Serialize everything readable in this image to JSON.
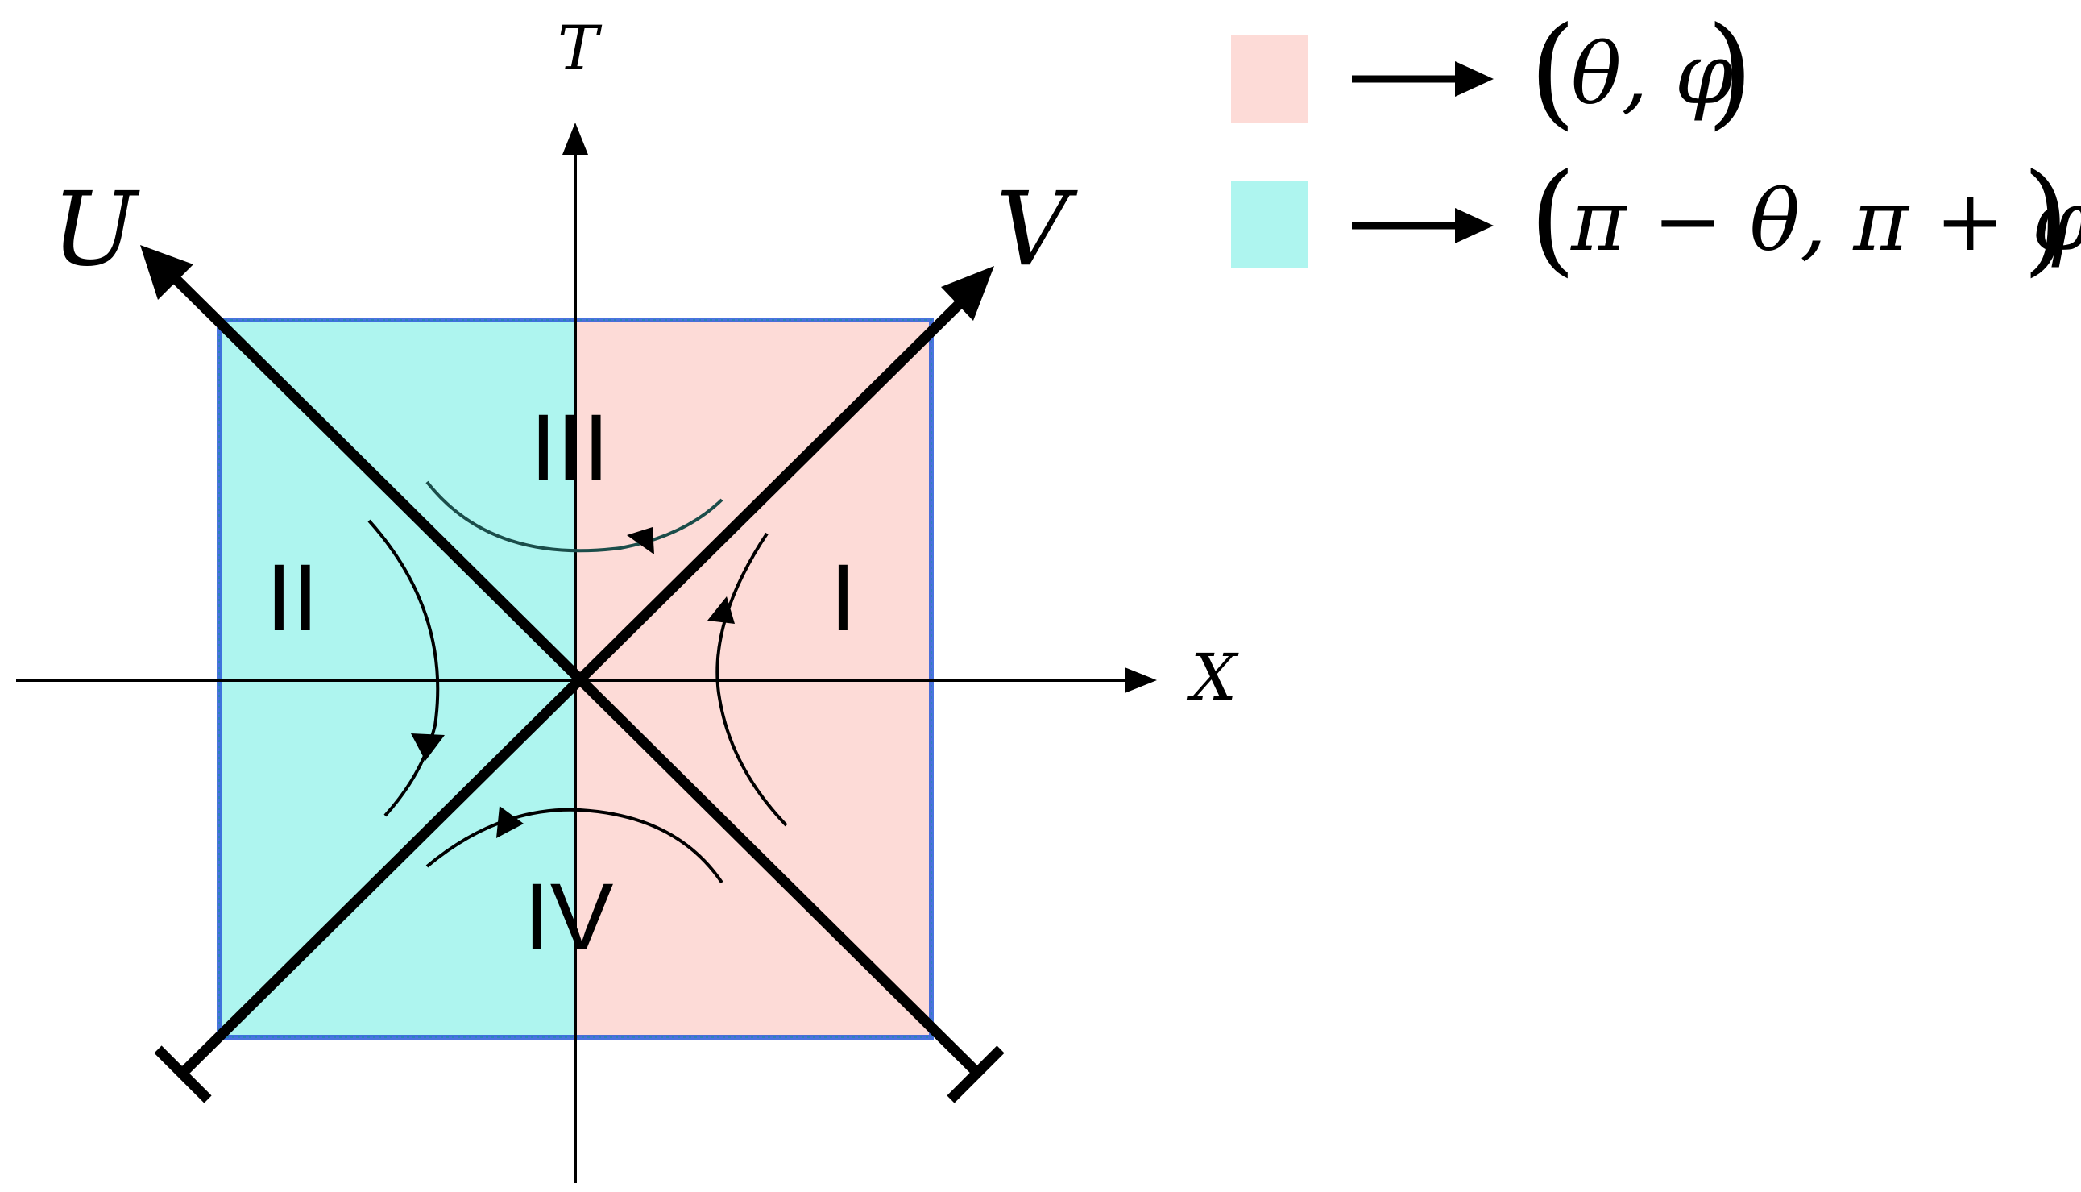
{
  "axes": {
    "time_label": "T",
    "space_label": "X",
    "null_u_label": "U",
    "null_v_label": "V"
  },
  "regions": {
    "r1": "I",
    "r2": "II",
    "r3": "III",
    "r4": "IV"
  },
  "legend": [
    {
      "color": "#fddbd7",
      "open": "(",
      "text": "θ, φ",
      "close": ")"
    },
    {
      "color": "#aef5ef",
      "open": "(",
      "text": "π − θ, π + φ",
      "close": ")"
    }
  ],
  "colors": {
    "right_half": "#fddbd7",
    "left_half": "#aef5ef",
    "border": "#2a5bd8",
    "ink": "#000000",
    "flow_dark_teal": "#1b4d4a"
  }
}
